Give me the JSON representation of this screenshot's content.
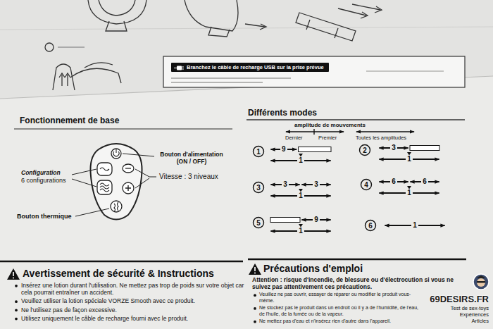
{
  "diagram": {
    "nodes": [
      {
        "text": [
          "Branchez le câble de recharge USB sur la prise prévue"
        ]
      }
    ],
    "labels": [
      "Fonctionnement de base",
      "Bouton d'alimentation (ON / OFF)",
      "Configuration",
      "6 configurations",
      "Vitesse : 3 niveaux",
      "Bouton thermique",
      "Différents modes",
      "amplitude de mouvements",
      "Dernier",
      "Premier",
      "Toutes les amplitudes",
      "1",
      "9",
      "1",
      "2",
      "3",
      "1",
      "3",
      "3",
      "3",
      "1",
      "4",
      "6",
      "6",
      "1",
      "5",
      "9",
      "1",
      "6",
      "1",
      "Avertissement de sécurité & Instructions",
      "Insérez une lotion durant l'utilisation. Ne mettez pas trop de poids sur votre objet car cela pourrait entraîner un accident.",
      "Veuillez utiliser la lotion spéciale VORZE Smooth avec ce produit.",
      "Ne l'utilisez pas de façon excessive.",
      "Utilisez uniquement le câble de recharge fourni avec le produit.",
      "Précautions d'emploi",
      "Attention : risque d'incendie, de blessure ou d'électrocution si vous ne suivez pas attentivement ces précautions.",
      "Veuillez ne pas ouvrir, essayer de réparer ou modifier le produit vous-même.",
      "Ne stockez pas le produit dans un endroit où il y a de l'humidité, de l'eau, de l'huile, de la fumée ou de la vapeur.",
      "Ne mettez pas d'eau et n'insérez rien d'autre dans l'appareil.",
      "69DESIRS.FR",
      "Test de sex-toys",
      "Expériences",
      "Articles"
    ]
  }
}
